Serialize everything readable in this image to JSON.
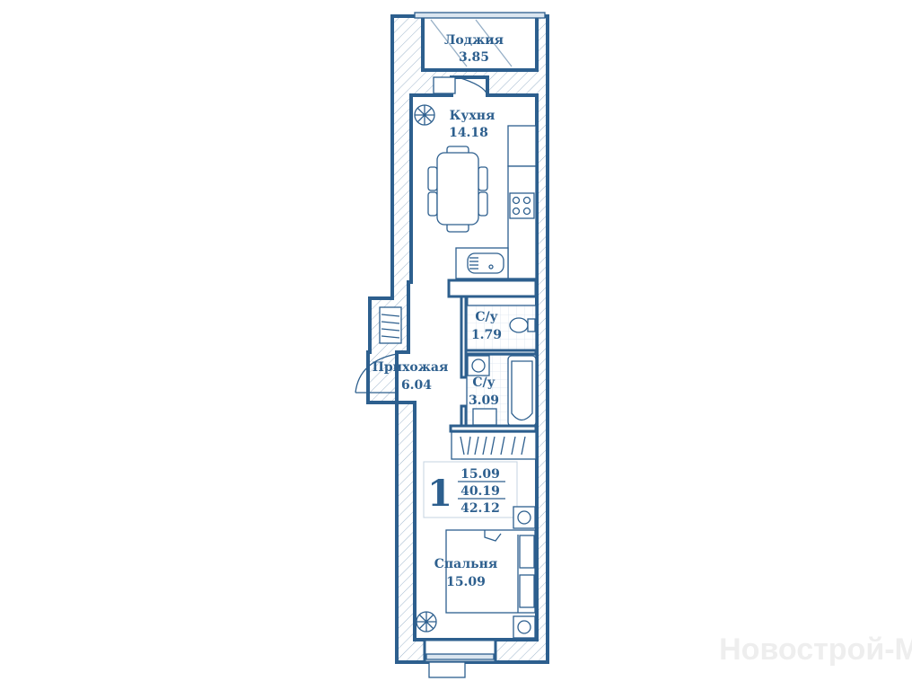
{
  "plan": {
    "rooms": [
      {
        "name": "Лоджия",
        "area": "3.85"
      },
      {
        "name": "Кухня",
        "area": "14.18"
      },
      {
        "name": "С/у",
        "area": "1.79"
      },
      {
        "name": "Прихожая",
        "area": "6.04"
      },
      {
        "name": "С/у",
        "area": "3.09"
      },
      {
        "name": "Спальня",
        "area": "15.09"
      }
    ],
    "summary": {
      "room_count": "1",
      "living_area": "15.09",
      "total_area": "40.19",
      "total_area_with_loggia": "42.12"
    }
  },
  "watermark": "Новострой-М",
  "colors": {
    "wall": "#2d5f8e",
    "background": "#ffffff"
  }
}
